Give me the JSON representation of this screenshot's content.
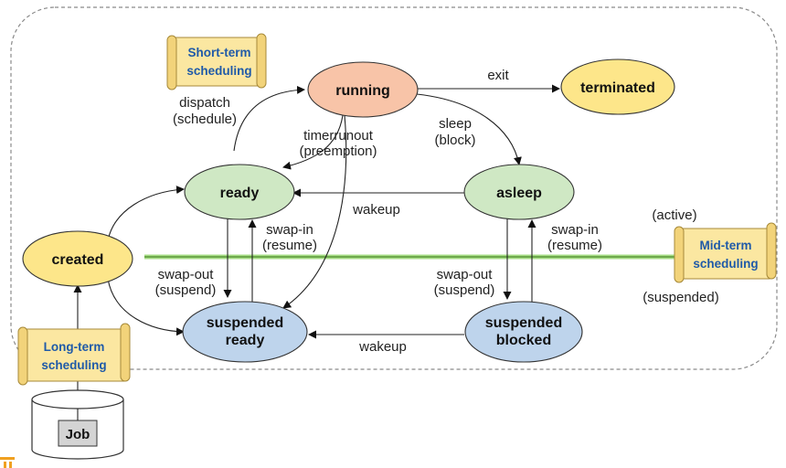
{
  "states": {
    "created": "created",
    "ready": "ready",
    "running": "running",
    "terminated": "terminated",
    "asleep": "asleep",
    "suspended_ready": [
      "suspended",
      "ready"
    ],
    "suspended_blocked": [
      "suspended",
      "blocked"
    ]
  },
  "transitions": {
    "dispatch": [
      "dispatch",
      "(schedule)"
    ],
    "timerrunout": [
      "timerrunout",
      "(preemption)"
    ],
    "exit": "exit",
    "sleep": [
      "sleep",
      "(block)"
    ],
    "wakeup_top": "wakeup",
    "wakeup_bottom": "wakeup",
    "swap_in_left": [
      "swap-in",
      "(resume)"
    ],
    "swap_out_left": [
      "swap-out",
      "(suspend)"
    ],
    "swap_in_right": [
      "swap-in",
      "(resume)"
    ],
    "swap_out_right": [
      "swap-out",
      "(suspend)"
    ]
  },
  "schedulers": {
    "short_term": [
      "Short-term",
      "scheduling"
    ],
    "mid_term": [
      "Mid-term",
      "scheduling"
    ],
    "long_term": [
      "Long-term",
      "scheduling"
    ]
  },
  "zones": {
    "active": "(active)",
    "suspended": "(suspended)"
  },
  "job": "Job",
  "colors": {
    "yellow_state": "#fde68a",
    "green_state": "#cfe8c4",
    "orange_state": "#f8c4a8",
    "blue_state": "#bed4ec",
    "scroll_fill": "#fbe7a1",
    "divider": "#8fd16a"
  }
}
